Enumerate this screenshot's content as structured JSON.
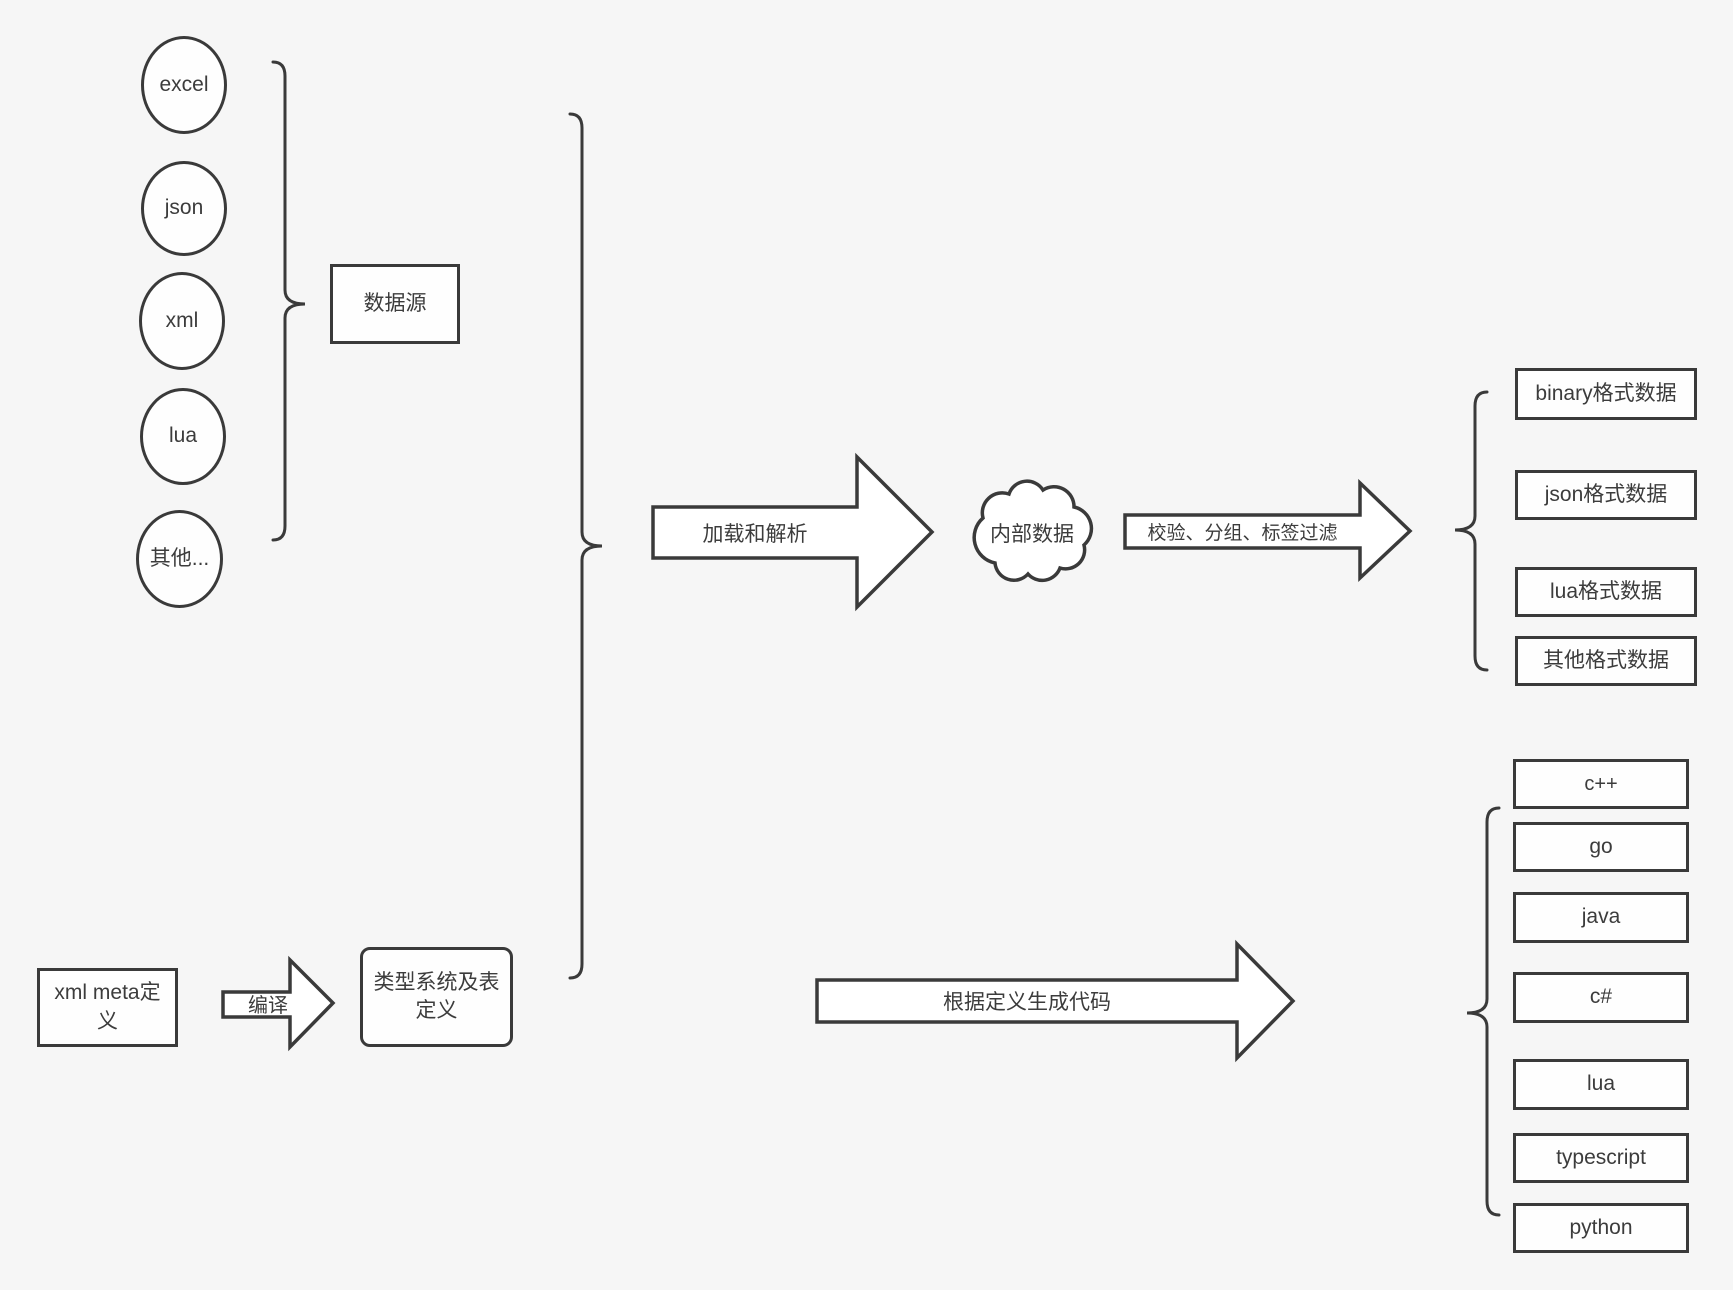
{
  "style": {
    "background_color": "#f6f6f6",
    "stroke_color": "#3a3a3a",
    "text_color": "#3c3c3c",
    "node_fill": "#ffffff"
  },
  "sources": {
    "nodes": [
      "excel",
      "json",
      "xml",
      "lua",
      "其他..."
    ],
    "group_box_label": "数据源"
  },
  "definitions": {
    "xml_meta_box": "xml meta定义",
    "compile_arrow": "编译",
    "type_system_box": "类型系统及表定义"
  },
  "pipeline": {
    "load_parse_arrow": "加载和解析",
    "internal_data_cloud": "内部数据",
    "filter_arrow": "校验、分组、标签过滤",
    "codegen_arrow": "根据定义生成代码"
  },
  "data_formats": [
    "binary格式数据",
    "json格式数据",
    "lua格式数据",
    "其他格式数据"
  ],
  "languages": [
    "c++",
    "go",
    "java",
    "c#",
    "lua",
    "typescript",
    "python"
  ]
}
